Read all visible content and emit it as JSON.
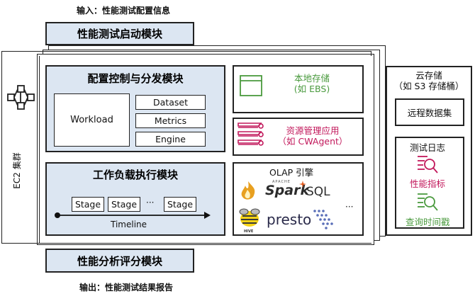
{
  "input_label": "输入：性能测试配置信息",
  "output_label": "输出：性能测试结果报告",
  "start_module": "性能测试启动模块",
  "analysis_module": "性能分析评分模块",
  "cluster_label": "EC2 集群",
  "config_module": {
    "title": "配置控制与分发模块",
    "workload": "Workload",
    "items": [
      "Dataset",
      "Metrics",
      "Engine"
    ]
  },
  "exec_module": {
    "title": "工作负载执行模块",
    "stages": [
      "Stage",
      "Stage",
      "Stage"
    ],
    "ellipsis": "···",
    "timeline": "Timeline"
  },
  "local_storage": {
    "line1": "本地存储",
    "line2": "(如 EBS)"
  },
  "resource_mgmt": {
    "line1": "资源管理应用",
    "line2": "（如 CWAgent）"
  },
  "olap": {
    "title": "OLAP 引擎",
    "spark_small": "APACHE",
    "spark": "Spark",
    "sql": "SQL",
    "hive": "HIVE",
    "presto": "presto",
    "ellipsis": "···"
  },
  "cloud_storage": {
    "title_line1": "云存储",
    "title_line2": "（如 S3 存储桶）",
    "dataset": "远程数据集"
  },
  "test_log": {
    "title": "测试日志",
    "metrics": "性能指标",
    "timestamp": "查询时间戳"
  },
  "colors": {
    "module_fill": "#dce6f2",
    "green": "#4a9a3e",
    "red": "#c2185b"
  },
  "icons": [
    "cluster-icon",
    "storage-box-icon",
    "resource-list-icon",
    "spark-flame-icon",
    "hive-bee-icon",
    "presto-dots-icon",
    "metrics-doc-icon",
    "timestamp-doc-icon"
  ]
}
